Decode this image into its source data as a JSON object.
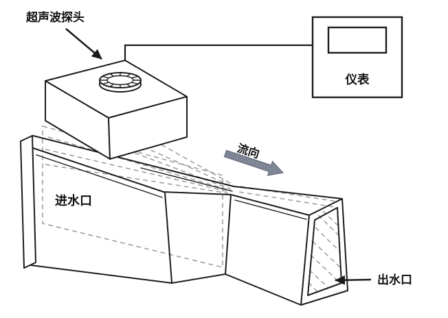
{
  "page": {
    "background": "#ffffff"
  },
  "diagram": {
    "labels": {
      "probe": "超声波探头",
      "meter": "仪表",
      "flow_direction": "流向",
      "inlet": "进水口",
      "outlet": "出水口"
    },
    "colors": {
      "solid_line": "#1a1a1a",
      "hidden_line": "#999999",
      "flow_arrow_fill": "#7e8696",
      "flow_arrow_stroke": "#5a6170",
      "text": "#111111"
    }
  }
}
